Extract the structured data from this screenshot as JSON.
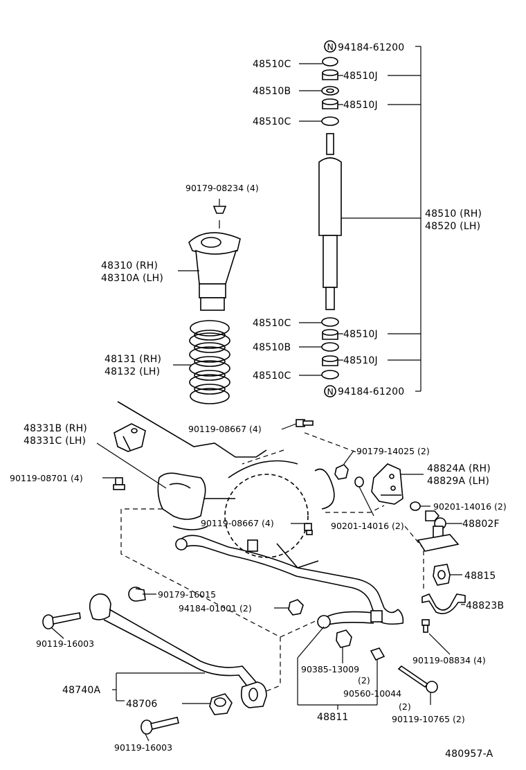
{
  "diagram_id": "480957-A",
  "labels": {
    "p94184_61200_top": "94184-61200",
    "p48510C_1": "48510C",
    "p48510J_1": "48510J",
    "p48510B_1": "48510B",
    "p48510J_2": "48510J",
    "p48510C_2": "48510C",
    "p48510_rh": "48510 (RH)",
    "p48520_lh": "48520 (LH)",
    "p48510C_3": "48510C",
    "p48510J_3": "48510J",
    "p48510B_2": "48510B",
    "p48510J_4": "48510J",
    "p48510C_4": "48510C",
    "p94184_61200_bot": "94184-61200",
    "p90179_08234": "90179-08234 (4)",
    "p48310_rh": "48310   (RH)",
    "p48310A_lh": "48310A (LH)",
    "p48131_rh": "48131 (RH)",
    "p48132_lh": "48132 (LH)",
    "p48331B_rh": "48331B (RH)",
    "p48331C_lh": "48331C (LH)",
    "p90119_08667_a": "90119-08667 (4)",
    "p90119_08701": "90119-08701 (4)",
    "p90179_14025": "90179-14025 (2)",
    "p48824A_rh": "48824A (RH)",
    "p48829A_lh": "48829A (LH)",
    "p90201_14016_a": "90201-14016 (2)",
    "p90119_08667_b": "90119-08667 (4)",
    "p90201_14016_b": "90201-14016 (2)",
    "p48802F": "48802F",
    "p48815": "48815",
    "p90179_16015": "90179-16015",
    "p94184_01001": "94184-01001 (2)",
    "p48823B": "48823B",
    "p90119_16003_a": "90119-16003",
    "p90119_08834": "90119-08834 (4)",
    "p90385_13009": "90385-13009",
    "p90385_13009_qty": "(2)",
    "p48740A": "48740A",
    "p90560_10044": "90560-10044",
    "p90560_10044_qty": "(2)",
    "p48706": "48706",
    "p48811": "48811",
    "p90119_10765": "90119-10765 (2)",
    "p90119_16003_b": "90119-16003"
  },
  "symbols": {
    "circled_n": "N"
  }
}
